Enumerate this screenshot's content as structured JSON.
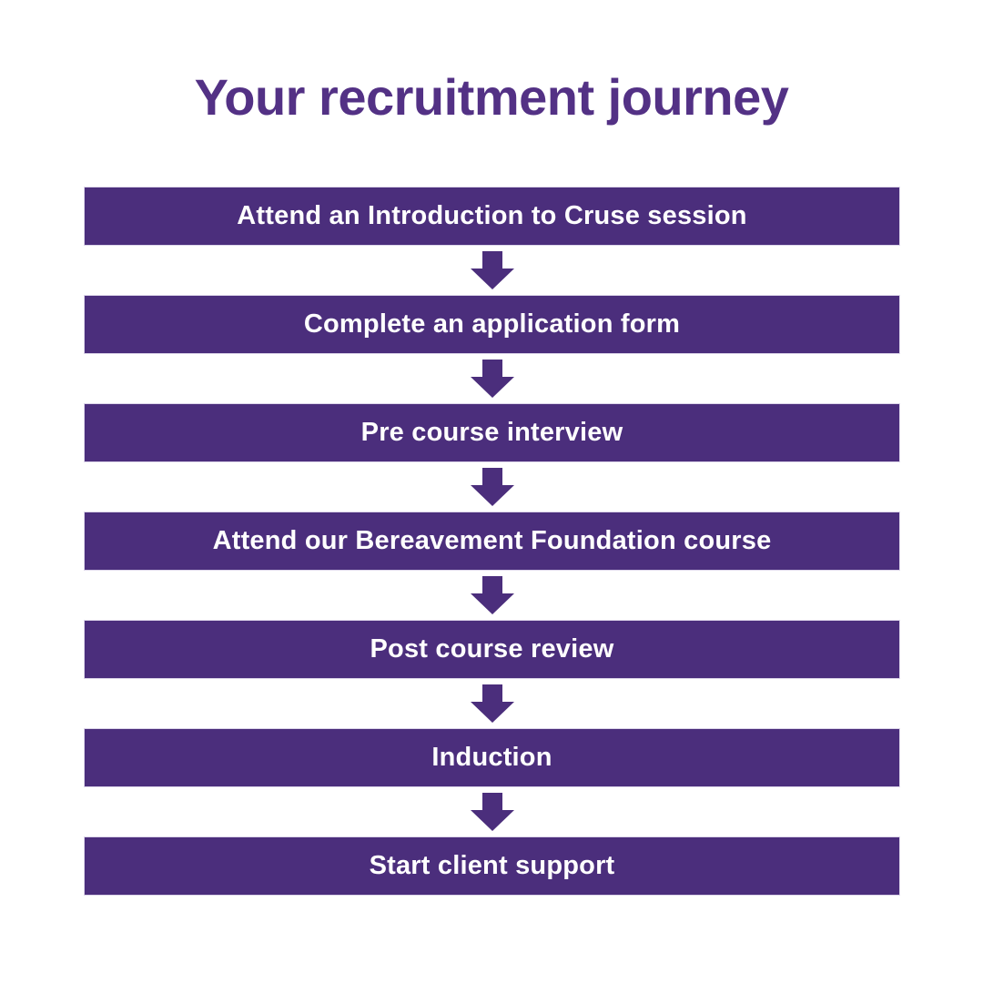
{
  "title": {
    "text": "Your recruitment journey"
  },
  "colors": {
    "background": "#ffffff",
    "title": "#533185",
    "bar": "#4b2e7c",
    "arrow": "#4b2e7c",
    "bar_text": "#ffffff"
  },
  "flow": {
    "steps": [
      {
        "label": "Attend an Introduction to Cruse session"
      },
      {
        "label": "Complete an application form"
      },
      {
        "label": "Pre course interview"
      },
      {
        "label": "Attend our Bereavement Foundation course"
      },
      {
        "label": "Post course review"
      },
      {
        "label": "Induction"
      },
      {
        "label": "Start client support"
      }
    ],
    "connector_icon": "down-arrow"
  }
}
